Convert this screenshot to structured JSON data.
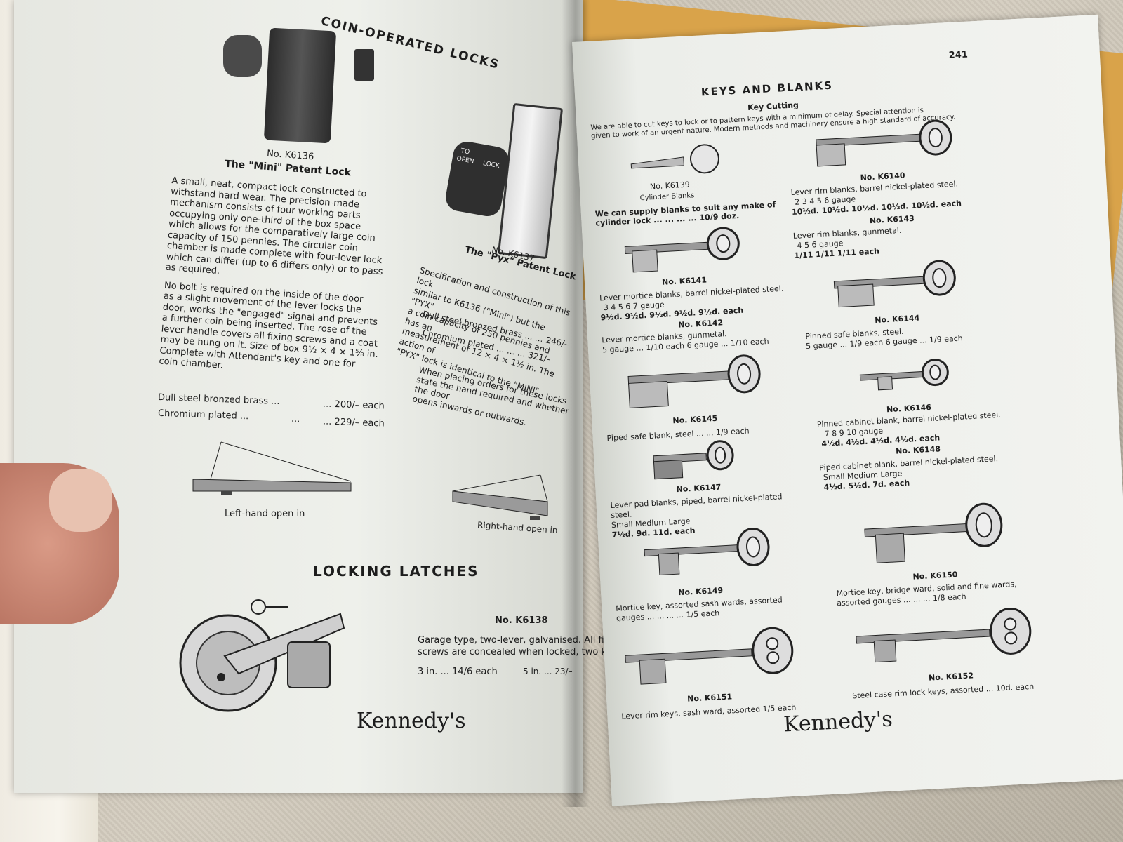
{
  "left_page": {
    "header": "COIN-OPERATED LOCKS",
    "k6136": {
      "number": "No. K6136",
      "title": "The \"Mini\" Patent Lock",
      "desc_lines": [
        "A small, neat, compact lock constructed to",
        "withstand hard wear. The precision-made",
        "mechanism consists of four working parts",
        "occupying only one-third of the box space",
        "which allows for the comparatively large coin",
        "capacity of 150 pennies. The circular coin",
        "chamber is made complete with four-lever lock",
        "which can differ (up to 6 differs only) or to pass",
        "as required."
      ],
      "desc2_lines": [
        "No bolt is required on the inside of the door",
        "as a slight movement of the lever locks the",
        "door, works the \"engaged\" signal and prevents",
        "a further coin being inserted. The rose of the",
        "lever handle covers all fixing screws and a coat",
        "may be hung on it. Size of box 9½ × 4 × 1⅝ in.",
        "Complete with Attendant's key and one for",
        "coin chamber."
      ],
      "price1_label": "Dull steel bronzed brass ...",
      "price1_value": "... 200/– each",
      "price2_label": "Chromium plated ...",
      "price2_dots": "...",
      "price2_value": "... 229/– each"
    },
    "k6137": {
      "number": "No. K6137",
      "title": "The \"Pyx\" Patent Lock",
      "desc_lines": [
        "Specification and construction of this lock",
        "similar to K6136 (\"Mini\") but the \"PYX\"",
        "a coin capacity of 250 pennies and has an",
        "measurement of 12 × 4 × 1½ in. The action of",
        "\"PYX\" lock is identical to the \"MINI\"."
      ],
      "price1": "Dull steel bronzed brass ... ... 246/–",
      "price2": "Chromium plated ... ... ... 321/–",
      "note_lines": [
        "When placing orders for these locks",
        "state the hand required and whether the door",
        "opens inwards or outwards."
      ],
      "sign_to": "TO",
      "sign_open": "OPEN",
      "sign_lock": "LOCK"
    },
    "diagram_left": "Left-hand open in",
    "diagram_right": "Right-hand open in",
    "latches_heading": "LOCKING LATCHES",
    "k6138": {
      "number": "No. K6138",
      "line1": "Garage type, two-lever, galvanised. All fixing",
      "line2": "screws are concealed when locked, two keys",
      "price_a": "3 in. ... 14/6 each",
      "price_b": "5 in. ... 23/–"
    },
    "brand": "Kennedy's"
  },
  "right_page": {
    "page_number": "241",
    "header": "KEYS AND BLANKS",
    "key_cutting_title": "Key Cutting",
    "key_cutting_lines": [
      "We are able to cut keys to lock or to pattern keys with a minimum of delay. Special attention is",
      "given to work of an urgent nature. Modern methods and machinery ensure a high standard of accuracy."
    ],
    "k6139": {
      "number": "No. K6139",
      "caption": "Cylinder Blanks",
      "line1": "We can supply blanks to suit any make of",
      "line2": "cylinder lock ... ... ... ... 10/9 doz."
    },
    "k6140": {
      "number": "No. K6140",
      "line1": "Lever rim blanks, barrel nickel-plated steel.",
      "line2": "2     3     4     5     6 gauge",
      "line3": "10½d. 10½d. 10½d. 10½d. 10½d. each"
    },
    "k6143": {
      "number": "No. K6143",
      "line1": "Lever rim blanks, gunmetal.",
      "line2": "4          5          6 gauge",
      "line3": "1/11       1/11       1/11 each"
    },
    "k6141": {
      "number": "No. K6141",
      "line1": "Lever mortice blanks, barrel nickel-plated steel.",
      "line2": "3     4     5     6     7 gauge",
      "line3": "9½d.  9½d.  9½d.  9½d.  9½d. each"
    },
    "k6142": {
      "number": "No. K6142",
      "line1": "Lever mortice blanks, gunmetal.",
      "line2": "5 gauge ... 1/10 each     6 gauge ... 1/10 each"
    },
    "k6144": {
      "number": "No. K6144",
      "line1": "Pinned safe blanks, steel.",
      "line2": "5 gauge ... 1/9 each     6 gauge ... 1/9 each"
    },
    "k6145": {
      "number": "No. K6145",
      "line1": "Piped safe blank, steel ... ... 1/9 each"
    },
    "k6146": {
      "number": "No. K6146",
      "line1": "Pinned cabinet blank, barrel nickel-plated steel.",
      "line2": "7     8     9     10 gauge",
      "line3": "4½d.  4½d.  4½d.  4½d. each"
    },
    "k6147": {
      "number": "No. K6147",
      "line1": "Lever pad blanks, piped, barrel nickel-plated",
      "line2": "steel.",
      "line3": "Small        Medium        Large",
      "line4": "7½d.          9d.          11d. each"
    },
    "k6148": {
      "number": "No. K6148",
      "line1": "Piped cabinet blank, barrel nickel-plated steel.",
      "line2": "Small        Medium        Large",
      "line3": "4½d.          5½d.          7d. each"
    },
    "k6149": {
      "number": "No. K6149",
      "line1": "Mortice key, assorted sash wards, assorted",
      "line2": "gauges ... ... ... ... 1/5 each"
    },
    "k6150": {
      "number": "No. K6150",
      "line1": "Mortice key, bridge ward, solid and fine wards,",
      "line2": "assorted gauges ... ... ... 1/8 each"
    },
    "k6151": {
      "number": "No. K6151",
      "line1": "Lever rim keys, sash ward, assorted  1/5 each"
    },
    "k6152": {
      "number": "No. K6152",
      "line1": "Steel case rim lock keys, assorted ... 10d. each"
    },
    "brand": "Kennedy's"
  }
}
